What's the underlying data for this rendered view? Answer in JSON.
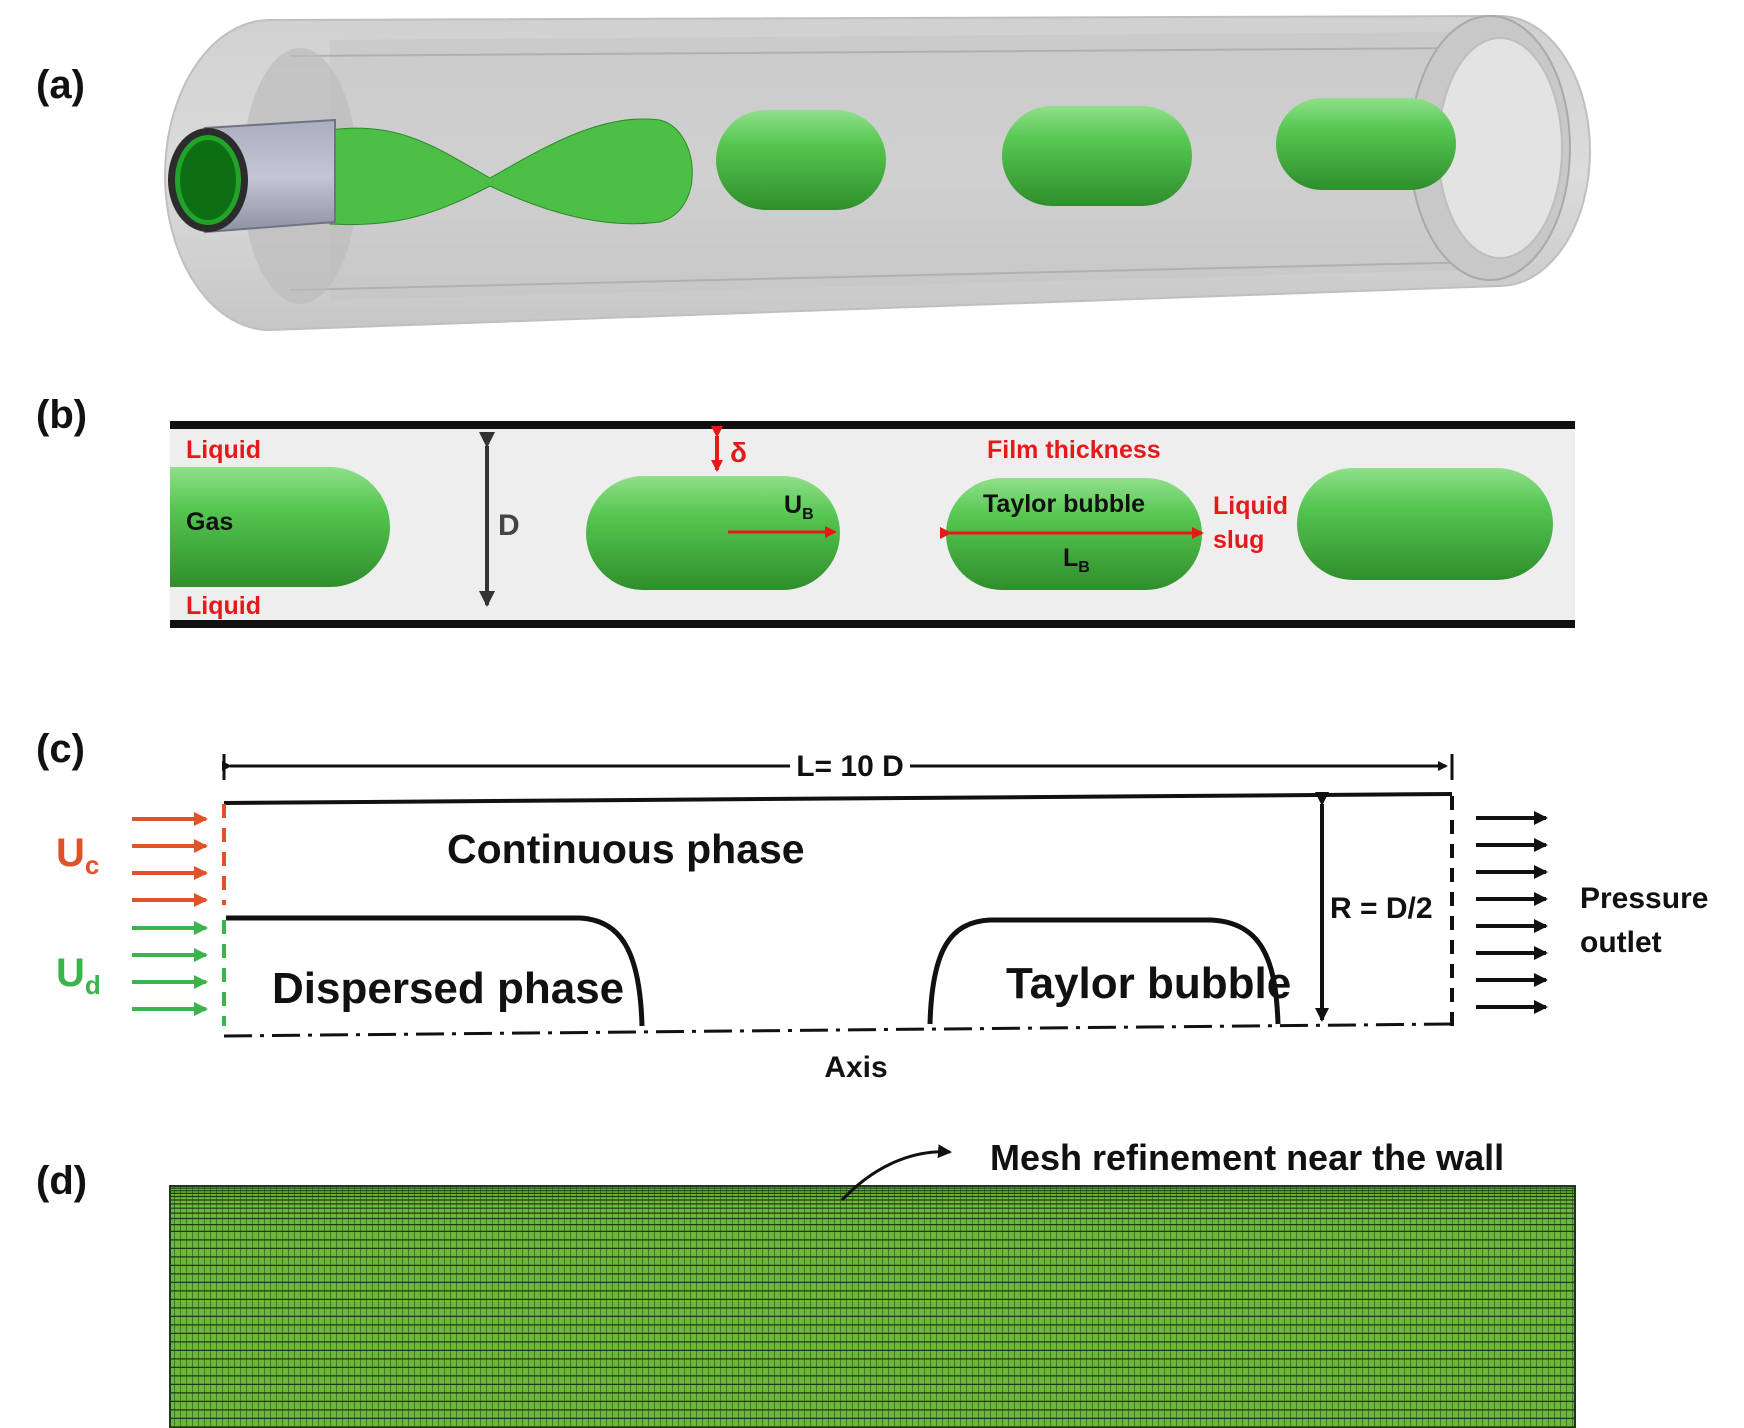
{
  "panel_labels": {
    "a": "(a)",
    "b": "(b)",
    "c": "(c)",
    "d": "(d)"
  },
  "panel_b": {
    "liquid_top": "Liquid",
    "liquid_bottom": "Liquid",
    "gas": "Gas",
    "diameter": "D",
    "delta": "δ",
    "ub_main": "U",
    "ub_sub": "B",
    "film_thickness": "Film thickness",
    "taylor_bubble": "Taylor bubble",
    "lb_main": "L",
    "lb_sub": "B",
    "liquid_slug_line1": "Liquid",
    "liquid_slug_line2": "slug"
  },
  "panel_c": {
    "length": "L= 10 D",
    "continuous_phase": "Continuous phase",
    "dispersed_phase": "Dispersed phase",
    "taylor_bubble": "Taylor bubble",
    "radius": "R = D/2",
    "pressure_line1": "Pressure",
    "pressure_line2": "outlet",
    "axis": "Axis",
    "uc_main": "U",
    "uc_sub": "c",
    "ud_main": "U",
    "ud_sub": "d"
  },
  "panel_d": {
    "mesh_note": "Mesh refinement near the wall"
  },
  "colors": {
    "gas_green": "#4fc04a",
    "continuous_arrow": "#e0532a",
    "dispersed_arrow": "#3cb44b",
    "annotation_red": "#e41a1a",
    "mesh_green": "#6db83a"
  }
}
